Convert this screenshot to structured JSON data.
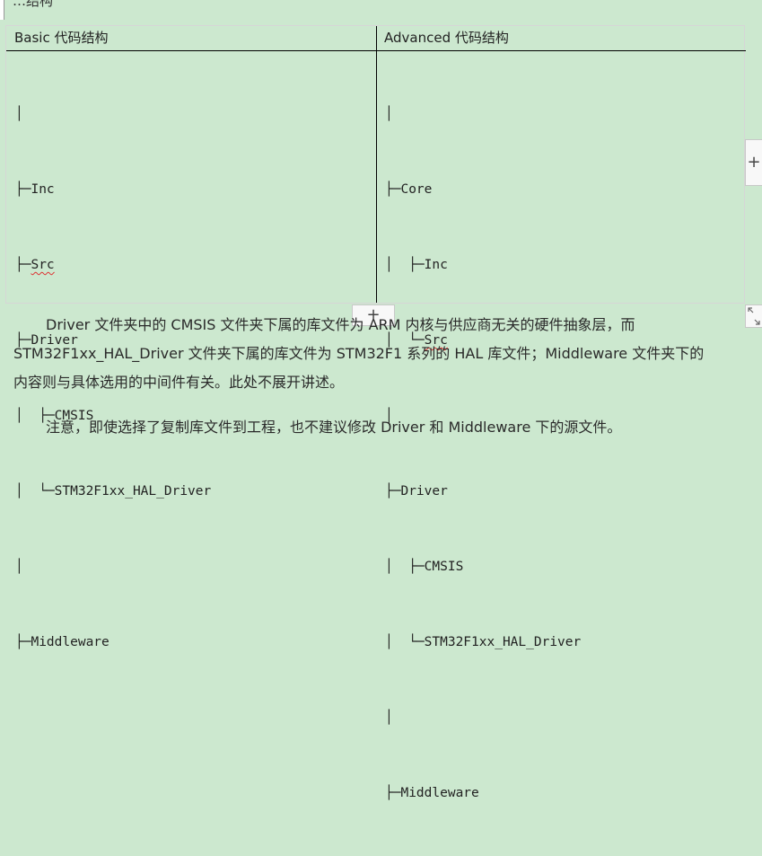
{
  "top_fragment": "…结构",
  "table": {
    "left": {
      "header": "Basic 代码结构",
      "lines": [
        "│",
        "├─Inc",
        "├─Src",
        "├─Driver",
        "│  ├─CMSIS",
        "│  └─STM32F1xx_HAL_Driver",
        "│",
        "├─Middleware"
      ]
    },
    "right": {
      "header": "Advanced 代码结构",
      "lines": [
        "│",
        "├─Core",
        "│  ├─Inc",
        "│  └─Src",
        "│",
        "├─Driver",
        "│  ├─CMSIS",
        "│  └─STM32F1xx_HAL_Driver",
        "│",
        "├─Middleware"
      ]
    }
  },
  "controls": {
    "add_row": "+",
    "add_column": "+"
  },
  "paragraphs": {
    "p1_line1": "Driver 文件夹中的 CMSIS 文件夹下属的库文件为 ARM 内核与供应商无关的硬件抽象层，而",
    "p1_line2": "STM32F1xx_HAL_Driver 文件夹下属的库文件为 STM32F1 系列的 HAL 库文件；Middleware 文件夹下的",
    "p1_line3": "内容则与具体选用的中间件有关。此处不展开讲述。",
    "p2": "注意，即使选择了复制库文件到工程，也不建议修改 Driver 和 Middleware 下的源文件。"
  },
  "colors": {
    "page_background": "#cce8cf",
    "spellcheck_underline": "#d33"
  }
}
